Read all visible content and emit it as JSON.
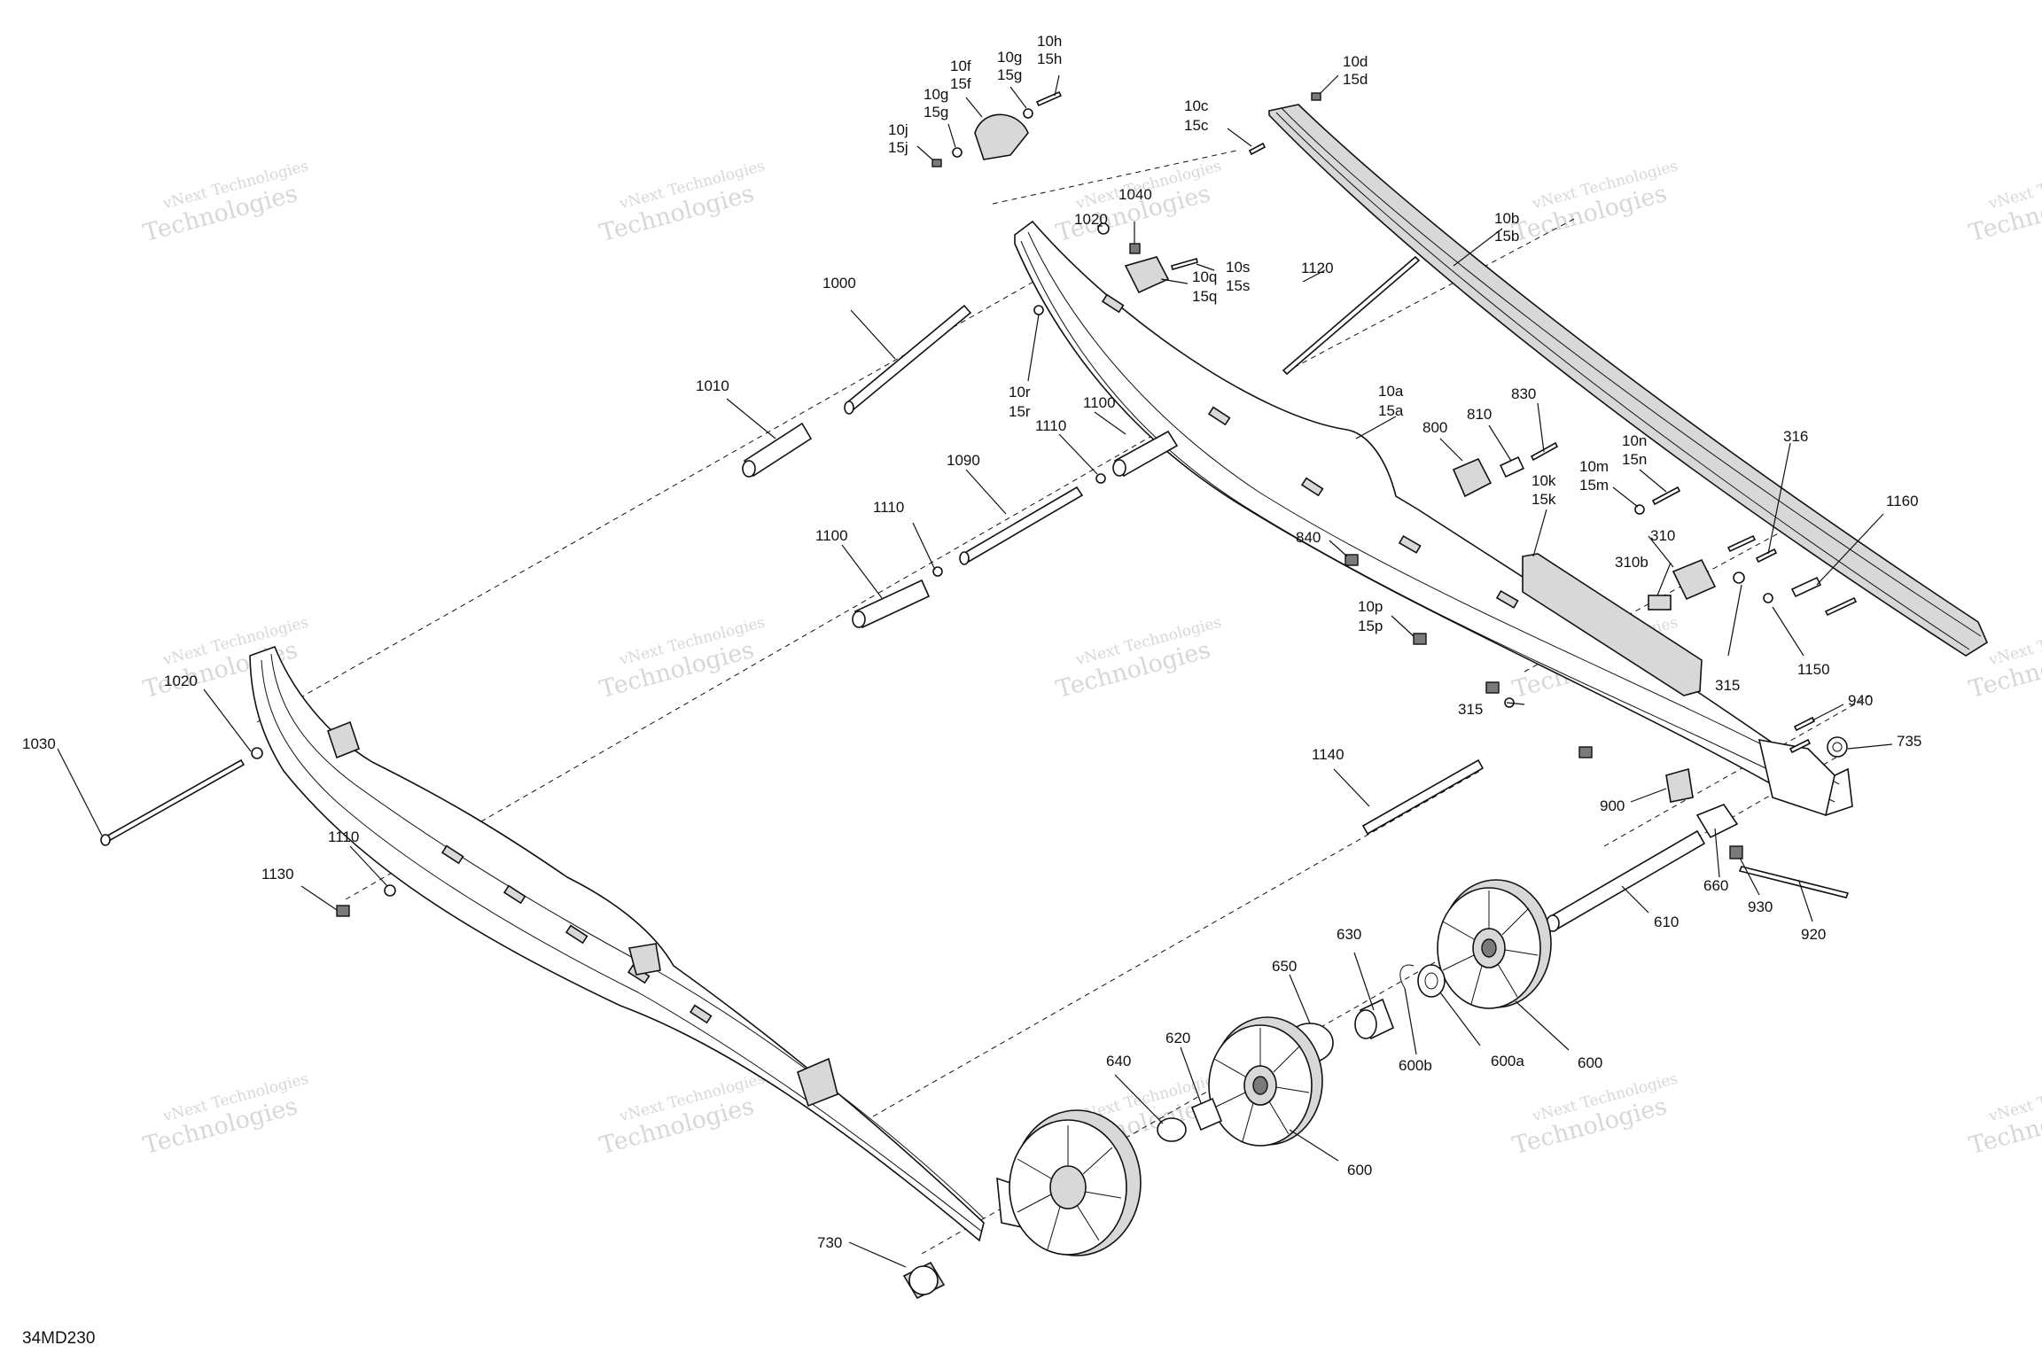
{
  "figure_code": "34MD230",
  "watermark": {
    "line1": "vNext Technologies",
    "line2": "Technologies"
  },
  "labels": {
    "l10h": "10h",
    "l15h": "15h",
    "l10g_a": "10g",
    "l15g_a": "15g",
    "l10f": "10f",
    "l15f": "15f",
    "l10g_b": "10g",
    "l15g_b": "15g",
    "l10j": "10j",
    "l15j": "15j",
    "l10d": "10d",
    "l15d": "15d",
    "l10c": "10c",
    "l15c": "15c",
    "l10b": "10b",
    "l15b": "15b",
    "l1040": "1040",
    "l1020_top": "1020",
    "l10s": "10s",
    "l15s": "15s",
    "l10q": "10q",
    "l15q": "15q",
    "l1120": "1120",
    "l1000": "1000",
    "l1010": "1010",
    "l10r": "10r",
    "l15r": "15r",
    "l1100_top": "1100",
    "l1110_top": "1110",
    "l1090": "1090",
    "l1110_mid": "1110",
    "l1100_mid": "1100",
    "l10a": "10a",
    "l15a": "15a",
    "l830": "830",
    "l810": "810",
    "l800": "800",
    "l316": "316",
    "l10n": "10n",
    "l15n": "15n",
    "l10m": "10m",
    "l15m": "15m",
    "l10k": "10k",
    "l15k": "15k",
    "l1160": "1160",
    "l840": "840",
    "l310": "310",
    "l310b": "310b",
    "l10p": "10p",
    "l15p": "15p",
    "l315_a": "315",
    "l1150": "1150",
    "l315_b": "315",
    "l940": "940",
    "l735": "735",
    "l1030": "1030",
    "l1020_left": "1020",
    "l1140": "1140",
    "l900": "900",
    "l660": "660",
    "l930": "930",
    "l920": "920",
    "l610": "610",
    "l1110_low": "1110",
    "l1130": "1130",
    "l630": "630",
    "l650": "650",
    "l600b": "600b",
    "l600a": "600a",
    "l600_right": "600",
    "l640": "640",
    "l620": "620",
    "l600_mid": "600",
    "l730": "730"
  },
  "icons": {
    "wheel": "idler-wheel-icon",
    "rail": "slide-rail-icon",
    "bolt": "bolt-icon",
    "nut": "nut-icon",
    "washer": "washer-icon",
    "shaft": "shaft-icon",
    "spacer": "spacer-icon"
  },
  "colors": {
    "line": "#111111",
    "part_fill": "#ffffff",
    "part_shade": "#d8d8d8",
    "dark_shade": "#7a7a7a",
    "watermark": "#a8a8a8"
  }
}
